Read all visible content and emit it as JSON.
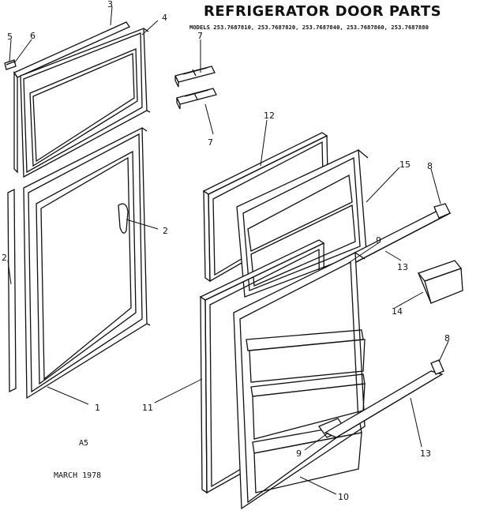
{
  "header": {
    "title": "REFRIGERATOR DOOR PARTS",
    "models": "MODELS 253.7687810, 253.7687820, 253.7687840, 253.7687860, 253.7687880"
  },
  "footer": {
    "code": "A5",
    "date": "MARCH 1978"
  },
  "callouts": [
    {
      "id": "c1",
      "label": "1"
    },
    {
      "id": "c2a",
      "label": "2"
    },
    {
      "id": "c2b",
      "label": "2"
    },
    {
      "id": "c3",
      "label": "3"
    },
    {
      "id": "c4",
      "label": "4"
    },
    {
      "id": "c5",
      "label": "5"
    },
    {
      "id": "c6",
      "label": "6"
    },
    {
      "id": "c7a",
      "label": "7"
    },
    {
      "id": "c7b",
      "label": "7"
    },
    {
      "id": "c8a",
      "label": "8"
    },
    {
      "id": "c8b",
      "label": "8"
    },
    {
      "id": "c9a",
      "label": "9"
    },
    {
      "id": "c9b",
      "label": "9"
    },
    {
      "id": "c10",
      "label": "10"
    },
    {
      "id": "c11",
      "label": "11"
    },
    {
      "id": "c12",
      "label": "12"
    },
    {
      "id": "c13a",
      "label": "13"
    },
    {
      "id": "c13b",
      "label": "13"
    },
    {
      "id": "c14",
      "label": "14"
    },
    {
      "id": "c15",
      "label": "15"
    }
  ]
}
